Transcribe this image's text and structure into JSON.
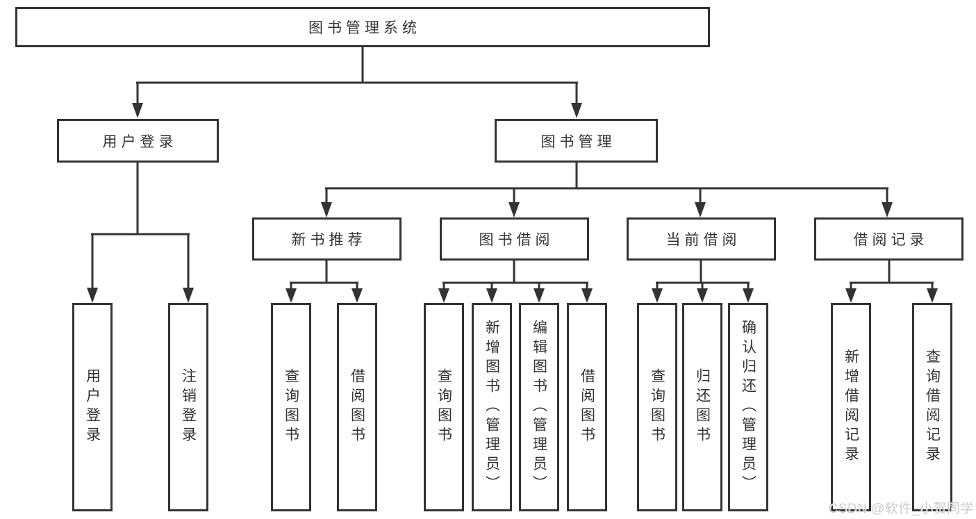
{
  "tree": {
    "root": {
      "label": "图书管理系统"
    },
    "children": [
      {
        "label": "用户登录",
        "leaves": [
          "用户登录",
          "注销登录"
        ]
      },
      {
        "label": "图书管理",
        "children": [
          {
            "label": "新书推荐",
            "leaves": [
              "查询图书",
              "借阅图书"
            ]
          },
          {
            "label": "图书借阅",
            "leaves": [
              "查询图书",
              "新增图书（管理员）",
              "编辑图书（管理员）",
              "借阅图书"
            ]
          },
          {
            "label": "当前借阅",
            "leaves": [
              "查询图书",
              "归还图书",
              "确认归还（管理员）"
            ]
          },
          {
            "label": "借阅记录",
            "leaves": [
              "新增借阅记录",
              "查询借阅记录"
            ]
          }
        ]
      }
    ]
  },
  "watermark": "CSDN @软件_小贺同学",
  "colors": {
    "line": "#333333",
    "text": "#333333",
    "background": "#ffffff",
    "watermark": "#c9c9c9"
  }
}
